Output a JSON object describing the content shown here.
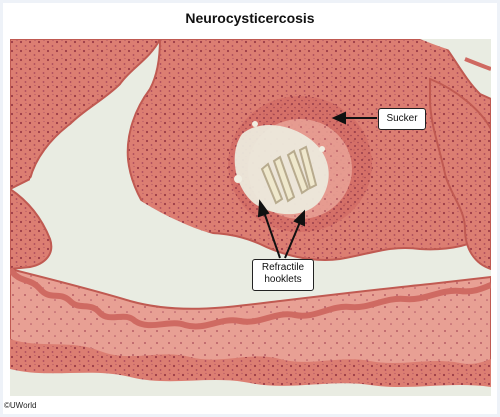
{
  "title": "Neurocysticercosis",
  "labels": {
    "sucker": "Sucker",
    "hooklets_line1": "Refractile",
    "hooklets_line2": "hooklets"
  },
  "copyright": "©UWorld",
  "colors": {
    "tissue": "#d9786c",
    "tissue_dark": "#c05a52",
    "stroma": "#e9a095",
    "lumen": "#e9ece2",
    "frame": "#eef2f8"
  },
  "image": {
    "stain": "hematoxylin and eosin",
    "icons": [
      "arrow-icon"
    ]
  }
}
